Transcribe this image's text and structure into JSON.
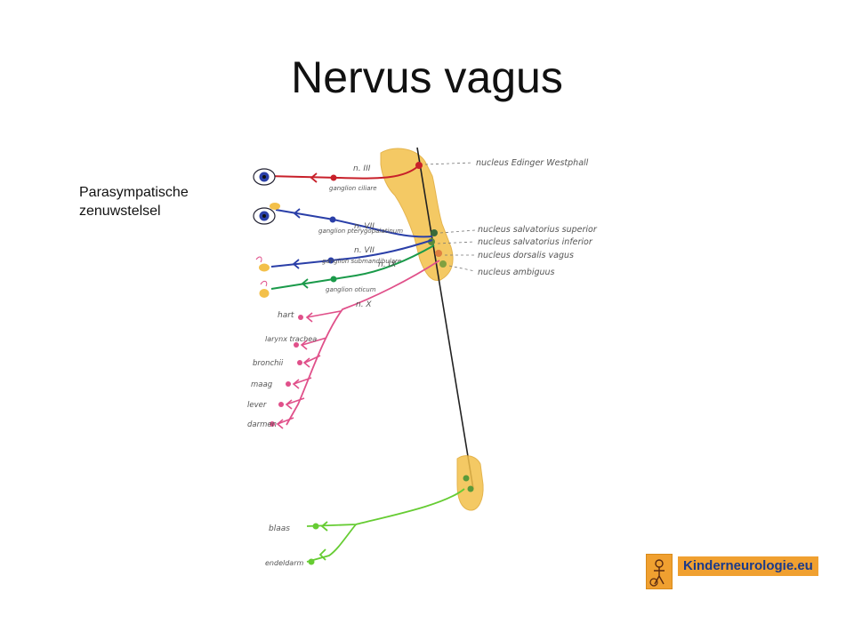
{
  "title": "Nervus vagus",
  "subtitle": [
    "Parasympatische",
    "zenuwstelsel"
  ],
  "nuclei": [
    "nucleus Edinger Westphall",
    "nucleus salvatorius superior",
    "nucleus salvatorius inferior",
    "nucleus dorsalis vagus",
    "nucleus ambiguus"
  ],
  "nerves": [
    "n. III",
    "n. VII",
    "n. IX",
    "n. X"
  ],
  "ganglia": [
    "ganglion ciliare",
    "ganglion pterygopalatinum",
    "ganglion submandibulare",
    "ganglion oticum"
  ],
  "targets": [
    "hart",
    "larynx trachea",
    "bronchii",
    "maag",
    "lever",
    "darmen"
  ],
  "sacral_targets": [
    "blaas",
    "endeldarm"
  ],
  "logo": {
    "text": "Kinderneurologie.eu"
  },
  "colors": {
    "red": "#c8202a",
    "blue": "#2a3fa8",
    "green": "#1a9a4a",
    "pink": "#e0508a",
    "lightgreen": "#66cc33",
    "orange": "#f0b030"
  }
}
